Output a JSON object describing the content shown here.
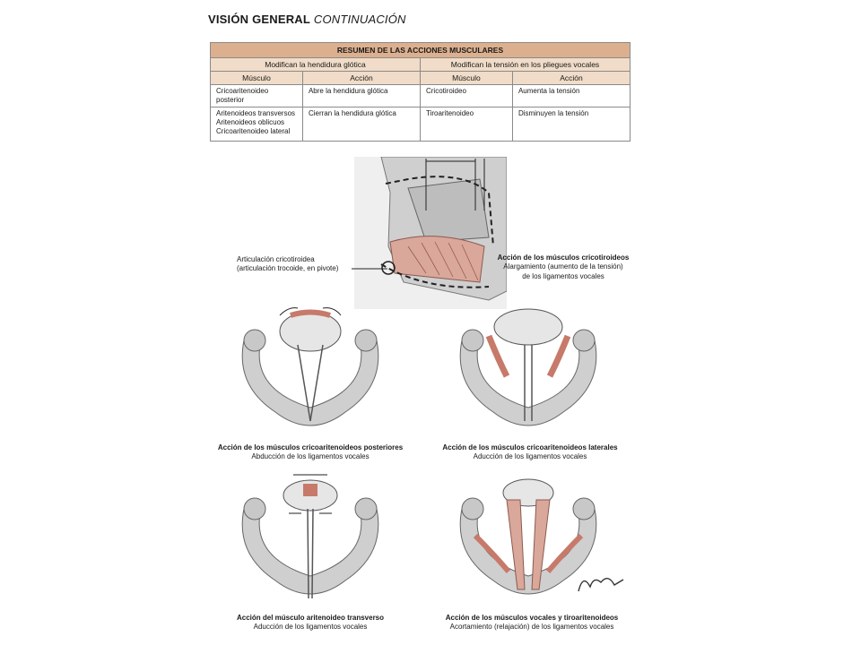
{
  "header": {
    "bold": "VISIÓN GENERAL",
    "italic": "CONTINUACIÓN"
  },
  "table": {
    "title": "RESUMEN DE LAS ACCIONES MUSCULARES",
    "group_left": "Modifican la hendidura glótica",
    "group_right": "Modifican la tensión en los pliegues vocales",
    "col_muscle": "Músculo",
    "col_action": "Acción",
    "rows": [
      {
        "m1": "Cricoaritenoideo posterior",
        "a1": "Abre la hendidura glótica",
        "m2": "Cricotiroideo",
        "a2": "Aumenta la tensión"
      },
      {
        "m1_lines": [
          "Aritenoideos transversos",
          "Aritenoideos oblicuos",
          "Cricoaritenoideo lateral"
        ],
        "a1": "Cierran la hendidura glótica",
        "m2": "Tiroaritenoideo",
        "a2": "Disminuyen la tensión"
      }
    ]
  },
  "figures": {
    "top_label_lines": [
      "Articulación cricotiroidea",
      "(articulación trocoide, en pivote)"
    ],
    "top_caption": {
      "title": "Acción de los músculos cricotiroideos",
      "lines": [
        "Alargamiento (aumento de la tensión)",
        "de los ligamentos vocales"
      ]
    },
    "cap_post": {
      "title": "Acción de los músculos cricoaritenoideos posteriores",
      "sub": "Abducción de los ligamentos vocales"
    },
    "cap_lat": {
      "title": "Acción de los músculos cricoaritenoideos laterales",
      "sub": "Aducción de los ligamentos vocales"
    },
    "cap_trans": {
      "title": "Acción del músculo aritenoideo transverso",
      "sub": "Aducción de los ligamentos vocales"
    },
    "cap_vocal": {
      "title": "Acción de los músculos vocales y tiroaritenoideos",
      "sub": "Acortamiento (relajación) de los ligamentos vocales"
    }
  }
}
